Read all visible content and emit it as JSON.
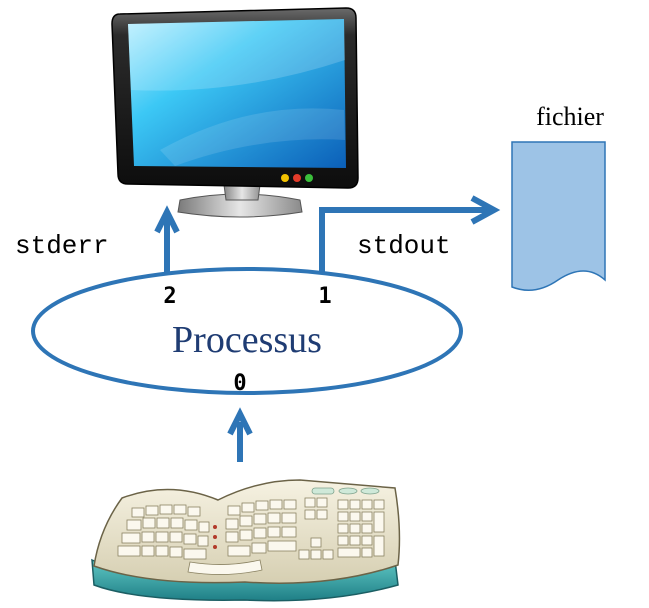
{
  "file": {
    "label": "fichier"
  },
  "process": {
    "label": "Processus",
    "fd_stdin": "0",
    "fd_stdout": "1",
    "fd_stderr": "2"
  },
  "streams": {
    "stderr": "stderr",
    "stdout": "stdout"
  },
  "colors": {
    "arrow": "#2e75b6",
    "process_outline": "#2e75b6",
    "process_text": "#1f3c73",
    "file_fill": "#9dc3e6",
    "file_stroke": "#2e75b6"
  }
}
